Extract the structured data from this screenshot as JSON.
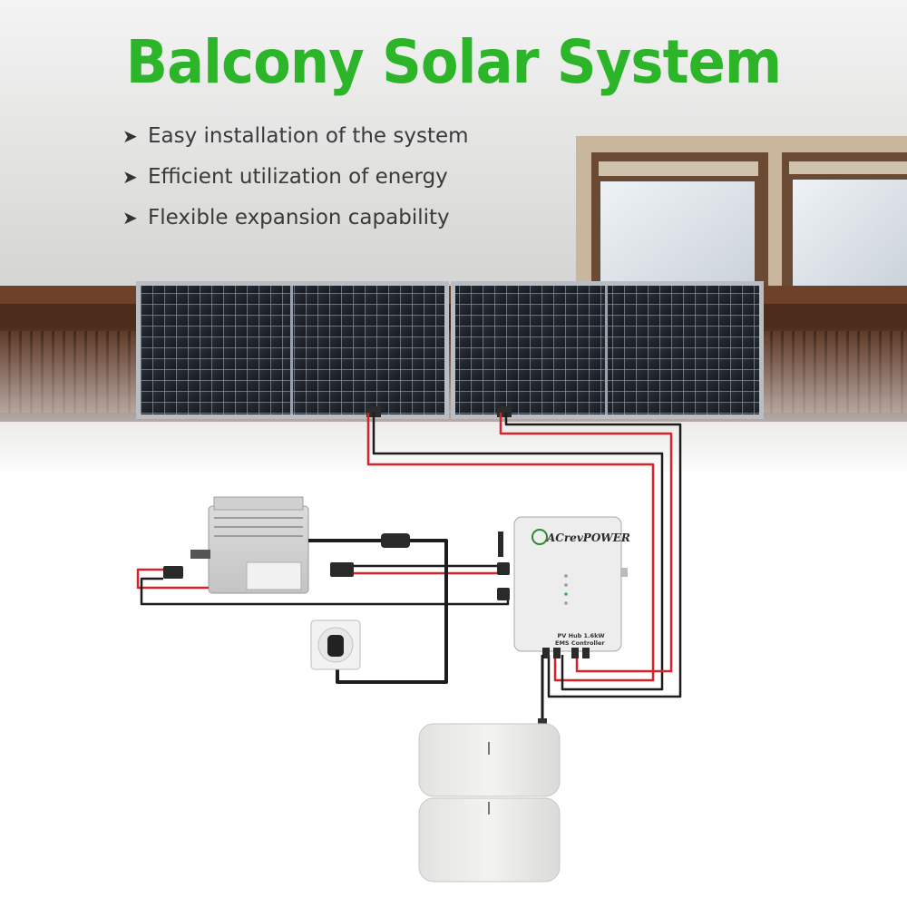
{
  "title": "Balcony Solar System",
  "features": [
    "Easy installation of the system",
    "Efficient utilization of energy",
    "Flexible expansion capability"
  ],
  "hub": {
    "brand": "ACrevPOWER",
    "label_line1": "PV Hub 1.6kW",
    "label_line2": "EMS Controller"
  },
  "colors": {
    "title": "#2db52a",
    "cable_red": "#d8232a",
    "cable_black": "#1c1c1c"
  }
}
